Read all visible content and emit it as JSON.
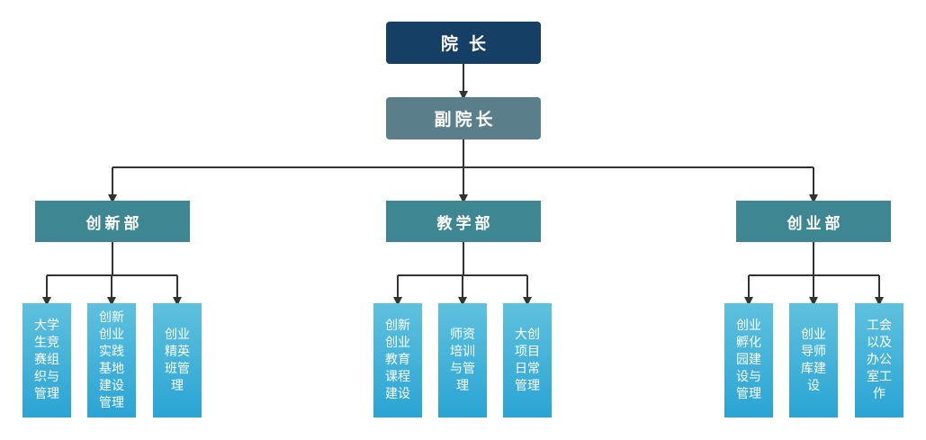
{
  "root": {
    "label": "院长"
  },
  "vice": {
    "label": "副院长"
  },
  "departments": [
    {
      "label": "创新部",
      "children": [
        "大学生竞赛组织与管理",
        "创新创业实践基地建设管理",
        "创业精英班管理"
      ]
    },
    {
      "label": "教学部",
      "children": [
        "创新创业教育课程建设",
        "师资培训与管理",
        "大创项目日常管理"
      ]
    },
    {
      "label": "创业部",
      "children": [
        "创业孵化园建设与管理",
        "创业导师库建设",
        "工会以及办公室工作"
      ]
    }
  ],
  "colors": {
    "root_fill": "#163f66",
    "vice_fill": "#5b7f8a",
    "dept_fill": "#3e8691",
    "leaf_fill_top": "#5fc1de",
    "leaf_fill_bottom": "#2aa4d4",
    "connector": "#333333"
  }
}
